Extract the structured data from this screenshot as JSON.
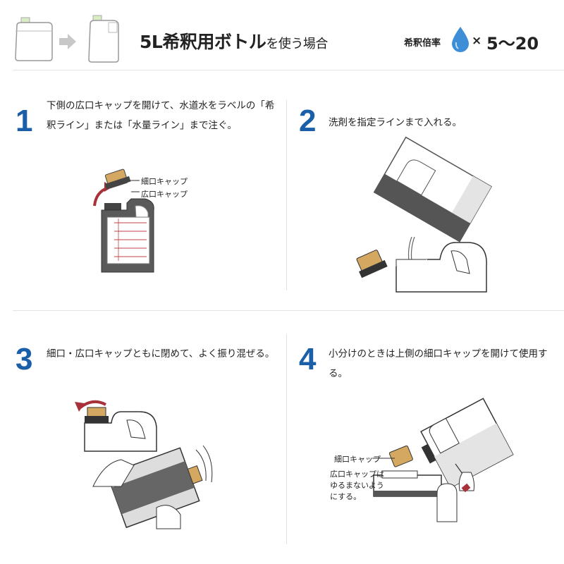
{
  "header": {
    "title_main": "5L希釈用ボトル",
    "title_sub": "を使う場合",
    "ratio_label": "希釈倍率",
    "ratio_mult": "×",
    "ratio_value": "5〜20"
  },
  "steps": [
    {
      "number": "1",
      "text": "下側の広口キャップを開けて、水道水をラベルの「希釈ライン」または「水量ライン」まで注ぐ。",
      "labels": [
        "細口キャップ",
        "広口キャップ"
      ]
    },
    {
      "number": "2",
      "text": "洗剤を指定ラインまで入れる。"
    },
    {
      "number": "3",
      "text": "細口・広口キャップともに閉めて、よく振り混ぜる。"
    },
    {
      "number": "4",
      "text": "小分けのときは上側の細口キャップを開けて使用する。",
      "labels": [
        "細口キャップ",
        "広口キャップは",
        "ゆるまないよう",
        "にする。"
      ]
    }
  ],
  "colors": {
    "accent": "#1a5fa8",
    "arrow_red": "#a8323a",
    "drop_blue": "#3d8ed6",
    "cap_gold": "#d4a860",
    "bottle_dark": "#555555"
  }
}
